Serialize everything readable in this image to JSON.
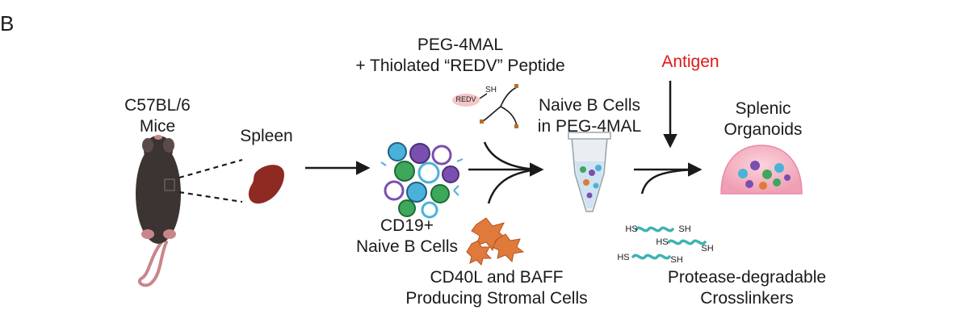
{
  "panel_letter": "B",
  "colors": {
    "text": "#1a1a1a",
    "antigen": "#e01818",
    "mouse": "#3b3433",
    "spleen": "#8e2a22",
    "organoid": "#f2a8b8",
    "crosslinker": "#3fb3b1",
    "stromal": "#e07a3a"
  },
  "labels": {
    "mice": [
      "C57BL/6",
      "Mice"
    ],
    "spleen": "Spleen",
    "peg": [
      "PEG-4MAL",
      "+ Thiolated “REDV” Peptide"
    ],
    "redv": "REDV",
    "sh": "SH",
    "hs": "HS",
    "naive_peg": [
      "Naive B Cells",
      "in PEG-4MAL"
    ],
    "antigen": "Antigen",
    "organoids": [
      "Splenic",
      "Organoids"
    ],
    "cd19": [
      "CD19+",
      "Naive B Cells"
    ],
    "stromal": [
      "CD40L and BAFF",
      "Producing Stromal Cells"
    ],
    "crosslinkers": [
      "Protease-degradable",
      "Crosslinkers"
    ]
  }
}
